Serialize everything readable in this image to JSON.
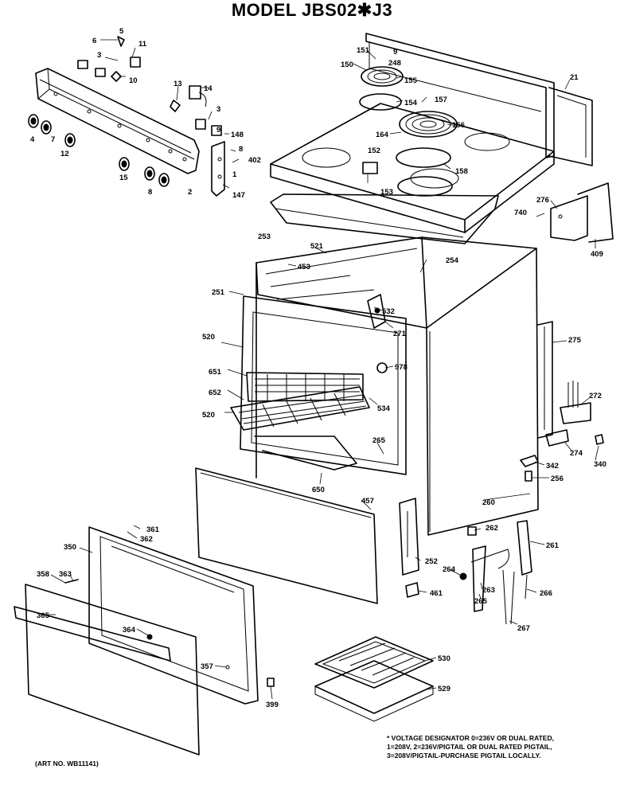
{
  "title": "MODEL JBS02✱J3",
  "art_number": "(ART NO. WB11141)",
  "voltage_note": [
    "* VOLTAGE DESIGNATOR 0=236V OR DUAL RATED,",
    "1=208V, 2=236V/PIGTAIL OR DUAL RATED PIGTAIL,",
    "3=208V/PIGTAIL-PURCHASE PIGTAIL LOCALLY."
  ],
  "callouts": {
    "c5": "5",
    "c6": "6",
    "c3a": "3",
    "c11": "11",
    "c10": "10",
    "c13": "13",
    "c14": "14",
    "c3b": "3",
    "c2": "2",
    "c4": "4",
    "c7": "7",
    "c12": "12",
    "c15": "15",
    "c8": "8",
    "c9": "9",
    "c148": "148",
    "c402": "402",
    "c1": "1",
    "c147": "147",
    "c151": "151",
    "c150": "150",
    "c9b": "9",
    "c248": "248",
    "c155": "155",
    "c154": "154",
    "c157": "157",
    "c164": "164",
    "c156": "156",
    "c21": "21",
    "c152": "152",
    "c153": "153",
    "c158": "158",
    "c276": "276",
    "c740": "740",
    "c409": "409",
    "c253": "253",
    "c521": "521",
    "c453": "453",
    "c254": "254",
    "c251": "251",
    "c532": "532",
    "c271": "271",
    "c520a": "520",
    "c651": "651",
    "c978": "978",
    "c652": "652",
    "c534": "534",
    "c520b": "520",
    "c265": "265",
    "c650": "650",
    "c275": "275",
    "c272": "272",
    "c274": "274",
    "c340": "340",
    "c342": "342",
    "c256": "256",
    "c457": "457",
    "c260": "260",
    "c361": "361",
    "c362": "362",
    "c350": "350",
    "c262": "262",
    "c261": "261",
    "c358": "358",
    "c363": "363",
    "c252": "252",
    "c264": "264",
    "c461": "461",
    "c365": "365",
    "c364": "364",
    "c263": "263",
    "c266": "266",
    "c265b": "265",
    "c267": "267",
    "c357": "357",
    "c530": "530",
    "c399": "399",
    "c529": "529"
  }
}
